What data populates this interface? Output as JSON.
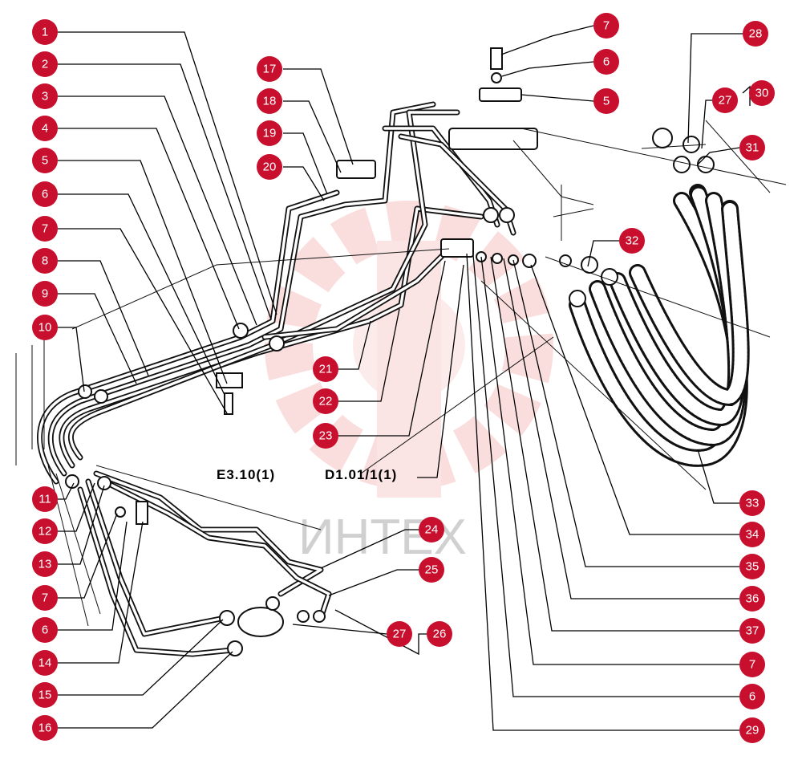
{
  "watermark": {
    "text": "ИНТЕХ"
  },
  "references": {
    "ref1": "E3.10(1)",
    "ref2": "D1.01/1(1)"
  },
  "callouts": [
    "1",
    "2",
    "3",
    "4",
    "5",
    "6",
    "7",
    "8",
    "9",
    "10",
    "11",
    "12",
    "13",
    "7",
    "6",
    "14",
    "15",
    "16",
    "17",
    "18",
    "19",
    "20",
    "21",
    "22",
    "23",
    "7",
    "6",
    "5",
    "28",
    "27",
    "30",
    "31",
    "32",
    "24",
    "25",
    "27",
    "26",
    "33",
    "34",
    "35",
    "36",
    "37",
    "7",
    "6",
    "29"
  ],
  "colors": {
    "callout": "#c8102e",
    "line": "#000000",
    "watermark": "#f2b8b8"
  }
}
